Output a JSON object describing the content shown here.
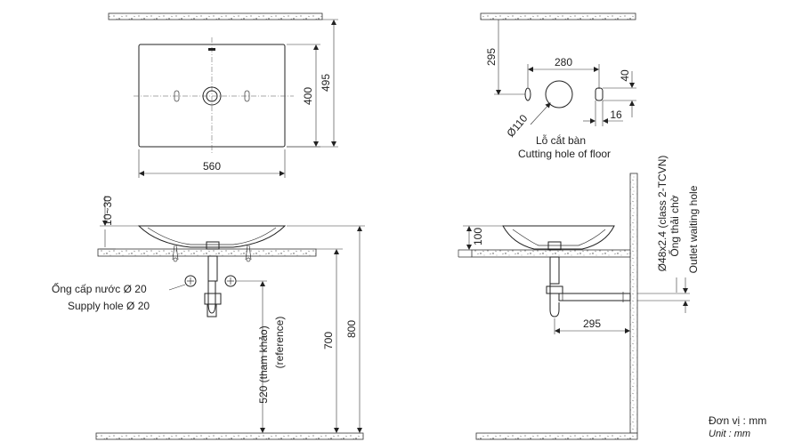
{
  "dimensions": {
    "top_width": "560",
    "top_depth": "400",
    "top_total": "495",
    "hole_offset": "295",
    "hole_spacing": "280",
    "hole_dia": "Ø110",
    "waste_h": "40",
    "waste_w": "16",
    "counter_gap": "10~30",
    "bowl_height": "100",
    "drain_offset": "295",
    "counter_height": "700",
    "overall_height": "800",
    "supply_height": "520 (tham khảo)",
    "supply_height_en": "(reference)"
  },
  "labels": {
    "cut_hole_vi": "Lỗ cắt bàn",
    "cut_hole_en": "Cutting hole of floor",
    "supply_vi": "Ống cấp nước Ø 20",
    "supply_en": "Supply hole Ø 20",
    "pipe_spec": "Ø48x2.4 (class 2-TCVN)",
    "outlet_vi": "Ống thải chờ",
    "outlet_en": "Outlet waiting hole",
    "unit_vi": "Đơn vị : mm",
    "unit_en": "Unit : mm"
  }
}
